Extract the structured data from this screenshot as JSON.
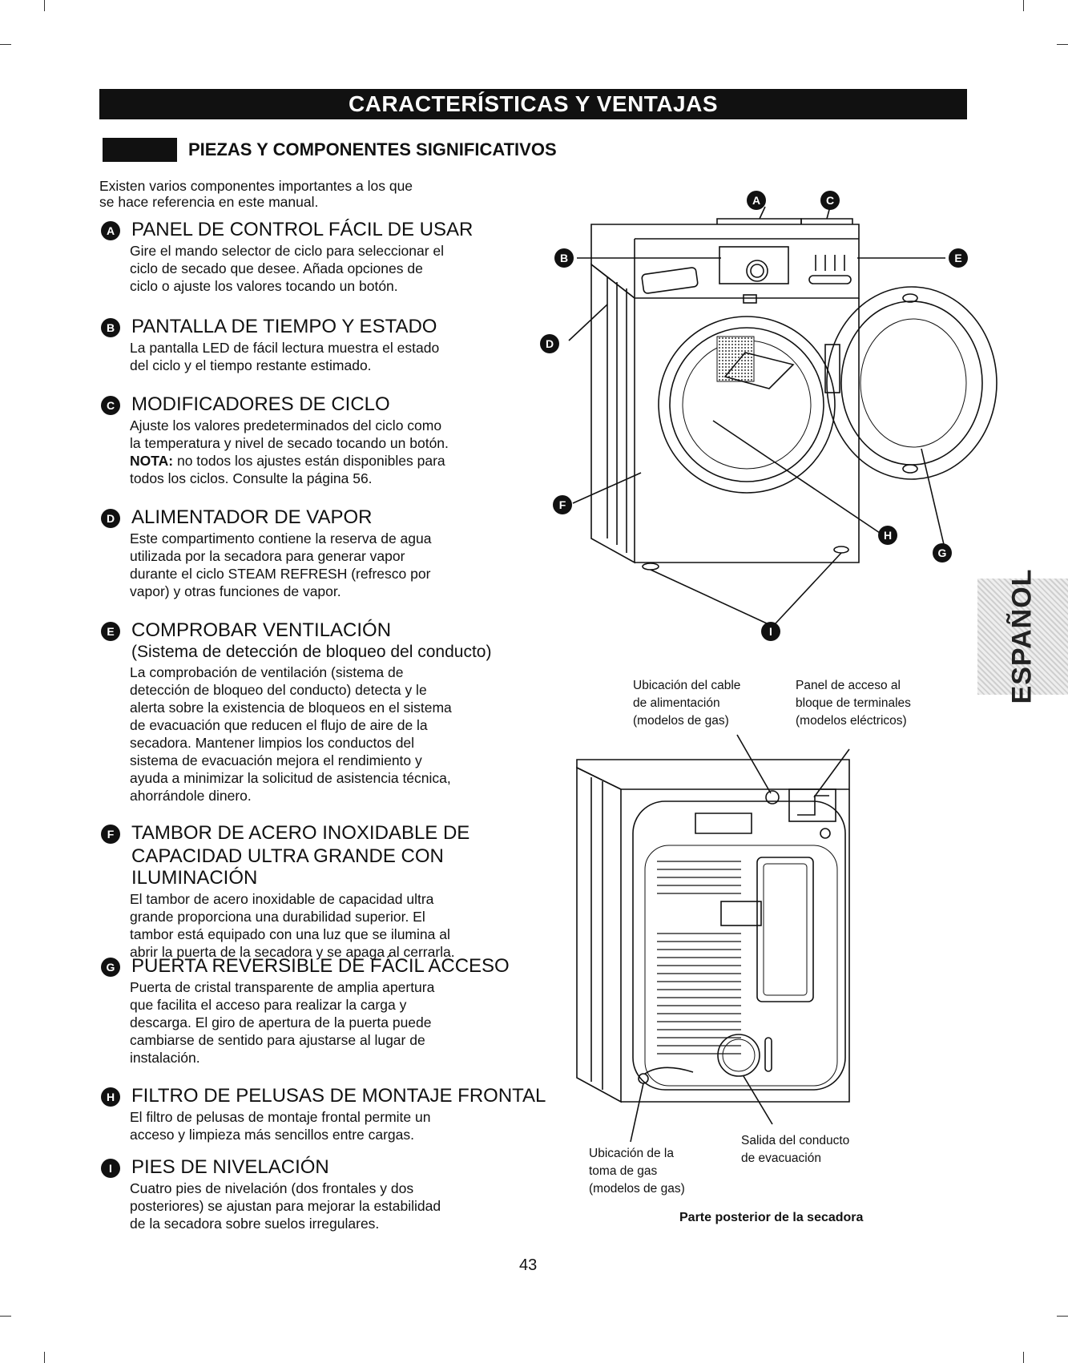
{
  "banner": "CARACTERÍSTICAS Y VENTAJAS",
  "subheading": "PIEZAS Y COMPONENTES SIGNIFICATIVOS",
  "intro": [
    "Existen varios componentes importantes a los que",
    "se hace referencia en este manual."
  ],
  "items": [
    {
      "letter": "A",
      "title": "PANEL DE CONTROL FÁCIL DE USAR",
      "lines": [
        "Gire el mando selector de ciclo para seleccionar el",
        "ciclo de secado que desee. Añada opciones de",
        "ciclo o ajuste los valores tocando un botón."
      ]
    },
    {
      "letter": "B",
      "title": "PANTALLA DE TIEMPO Y ESTADO",
      "lines": [
        "La pantalla LED de fácil lectura muestra el estado",
        "del ciclo y el tiempo restante estimado."
      ]
    },
    {
      "letter": "C",
      "title": "MODIFICADORES DE CICLO",
      "lines": [
        "Ajuste los valores predeterminados del ciclo como",
        "la temperatura y nivel de secado tocando un botón."
      ],
      "note_label": "NOTA:",
      "note_lines": [
        " no todos los ajustes están disponibles para",
        "todos los ciclos. Consulte la página 56."
      ]
    },
    {
      "letter": "D",
      "title": "ALIMENTADOR DE VAPOR",
      "lines": [
        "Este compartimento contiene la reserva de agua",
        "utilizada por la secadora para generar vapor",
        "durante el ciclo STEAM REFRESH (refresco por",
        "vapor) y otras funciones de vapor."
      ]
    },
    {
      "letter": "E",
      "title": "COMPROBAR VENTILACIÓN",
      "subtitle": "(Sistema de detección de bloqueo del conducto)",
      "lines": [
        "La comprobación de ventilación (sistema de",
        "detección de bloqueo del conducto) detecta y le",
        "alerta sobre la existencia de bloqueos en el sistema",
        "de evacuación que reducen el flujo de aire de la",
        "secadora. Mantener limpios los conductos del",
        "sistema de evacuación mejora el rendimiento y",
        "ayuda a minimizar la solicitud de asistencia técnica,",
        "ahorrándole dinero."
      ]
    },
    {
      "letter": "F",
      "title": "TAMBOR DE ACERO INOXIDABLE DE",
      "title2": "CAPACIDAD ULTRA GRANDE CON ILUMINACIÓN",
      "lines": [
        "El tambor de acero inoxidable de capacidad ultra",
        "grande proporciona una durabilidad superior. El",
        "tambor está equipado con una luz que se ilumina al",
        "abrir la puerta de la secadora y se apaga al cerrarla."
      ]
    },
    {
      "letter": "G",
      "title": "PUERTA REVERSIBLE DE FÁCIL ACCESO",
      "lines": [
        "Puerta de cristal transparente de amplia apertura",
        "que facilita el acceso para realizar la carga y",
        "descarga. El giro de apertura de la puerta puede",
        "cambiarse de sentido para ajustarse al lugar de",
        "instalación."
      ]
    },
    {
      "letter": "H",
      "title": "FILTRO DE PELUSAS DE MONTAJE FRONTAL",
      "lines": [
        "El filtro de pelusas de montaje frontal permite un",
        "acceso y limpieza más sencillos entre cargas."
      ]
    },
    {
      "letter": "I",
      "title": "PIES DE NIVELACIÓN",
      "lines": [
        "Cuatro pies de nivelación (dos frontales y dos",
        "posteriores) se ajustan para mejorar la estabilidad",
        "de la secadora sobre suelos irregulares."
      ]
    }
  ],
  "diagram_letters": [
    "A",
    "C",
    "B",
    "E",
    "D",
    "F",
    "H",
    "G",
    "I"
  ],
  "captions": {
    "power_cord": [
      "Ubicación del cable",
      "de alimentación",
      "(modelos de gas)"
    ],
    "terminal_panel": [
      "Panel de acceso al",
      "bloque de terminales",
      "(modelos eléctricos)"
    ],
    "gas_inlet": [
      "Ubicación de la",
      "toma de gas",
      "(modelos de gas)"
    ],
    "exhaust": [
      "Salida del conducto",
      "de evacuación"
    ],
    "rear_view": "Parte posterior de la secadora"
  },
  "page_number": "43",
  "side_tab": "ESPAÑOL",
  "colors": {
    "ink": "#111111",
    "tab_gray": "#dcdcdc"
  }
}
